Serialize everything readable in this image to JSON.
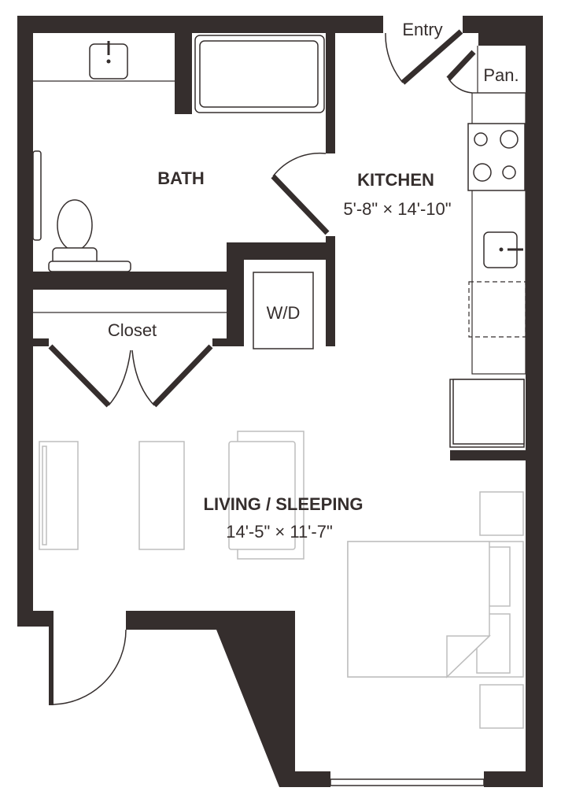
{
  "rooms": {
    "bath": {
      "name": "BATH"
    },
    "kitchen": {
      "name": "KITCHEN",
      "dimensions": "5'-8\" × 14'-10\""
    },
    "living": {
      "name": "LIVING / SLEEPING",
      "dimensions": "14'-5\" × 11'-7\""
    },
    "closet": {
      "name": "Closet"
    },
    "washer_dryer": {
      "name": "W/D"
    },
    "entry": {
      "name": "Entry"
    },
    "pantry": {
      "name": "Pan."
    }
  },
  "colors": {
    "wall": "#352e2d",
    "furniture": "#bdbdbd"
  }
}
